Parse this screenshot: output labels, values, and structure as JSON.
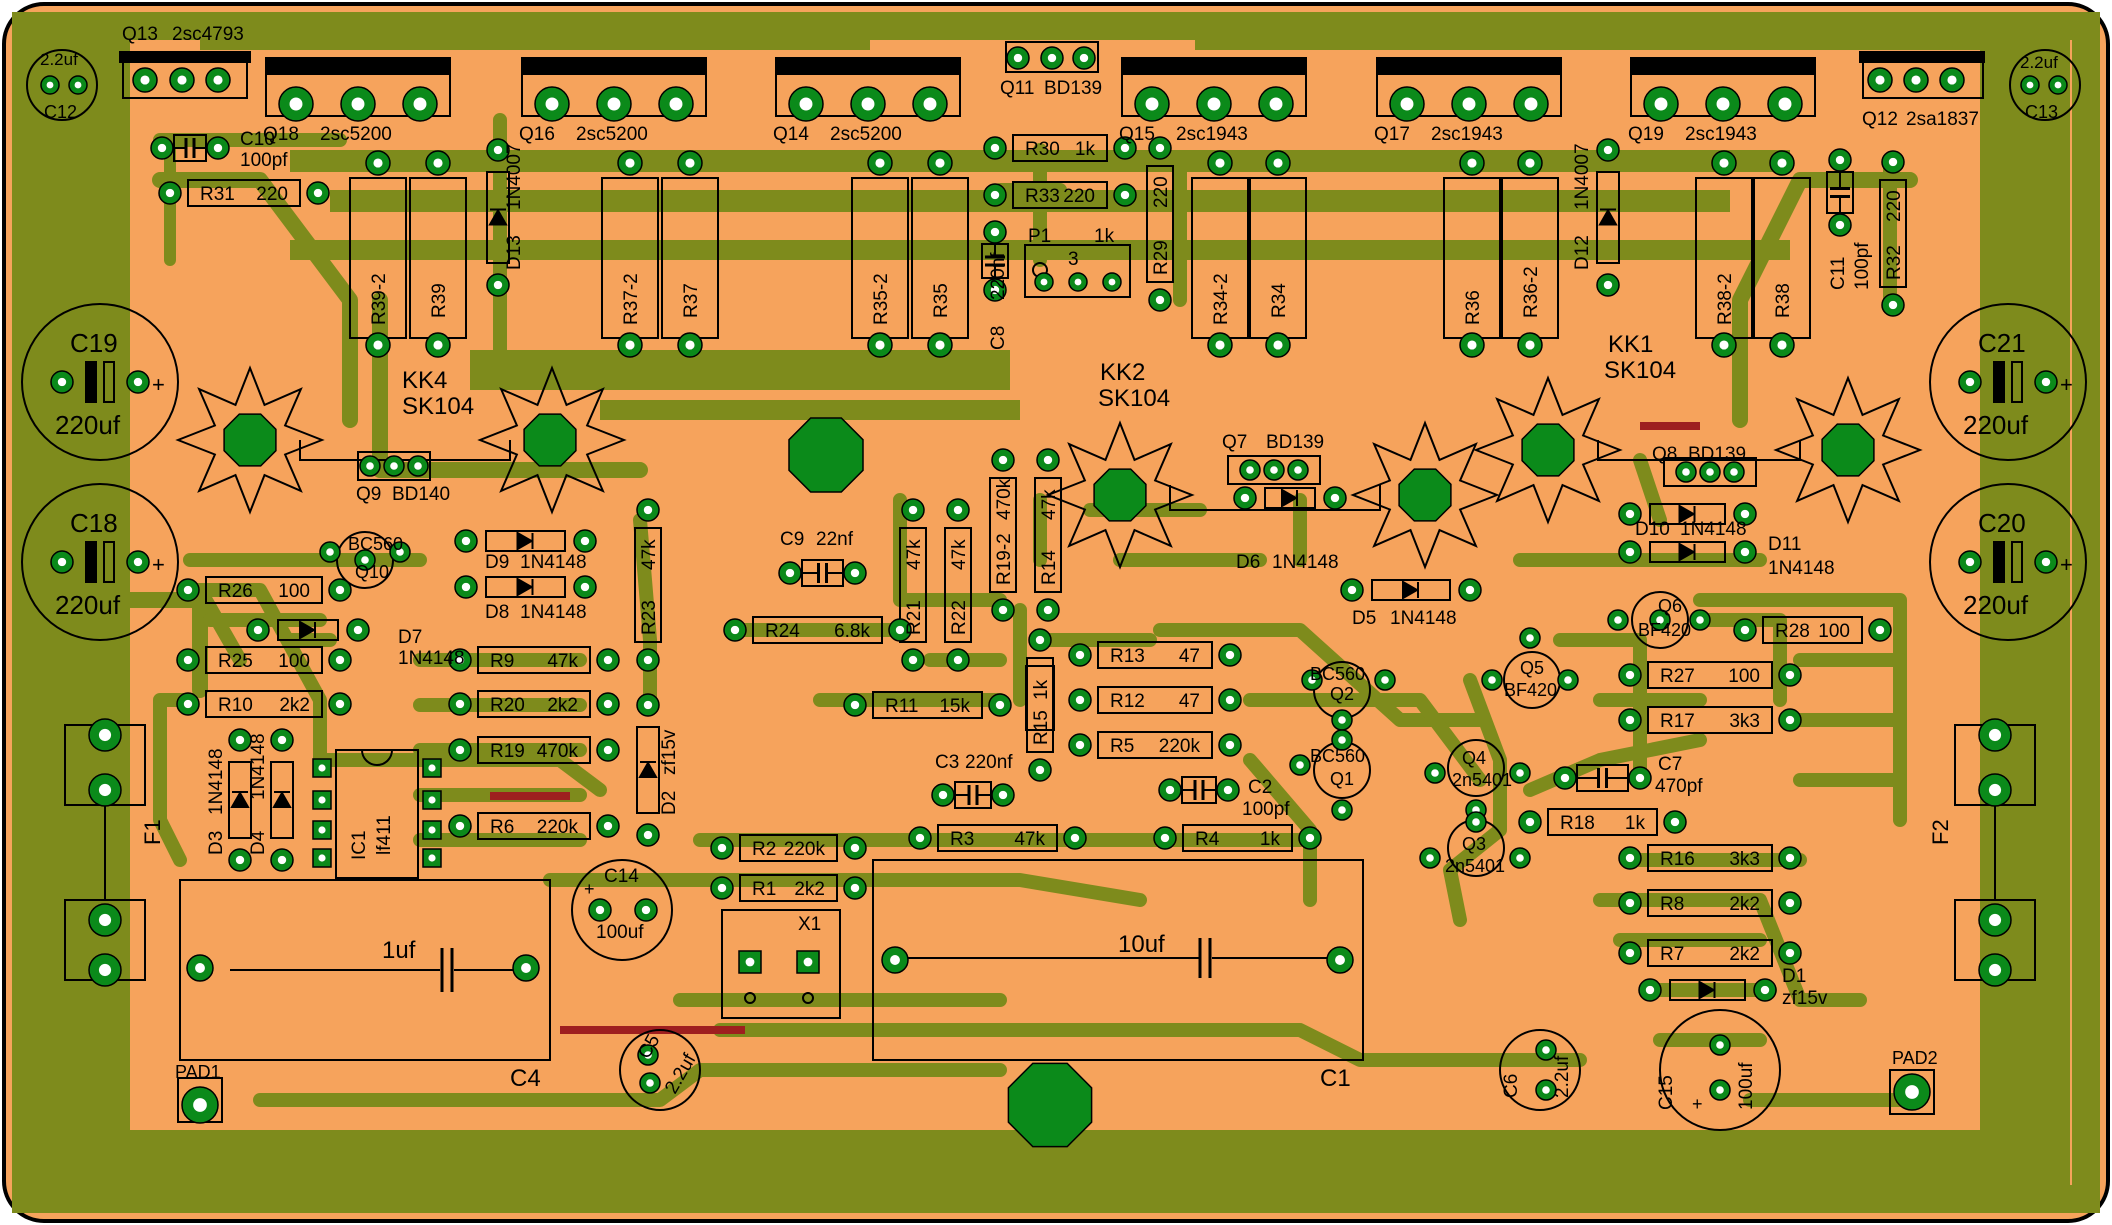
{
  "colors": {
    "board": "#F6A35C",
    "copper": "#7E8B1C",
    "pad": "#0B8A1A",
    "outline": "#000000",
    "jumper": "#9E1F1F"
  },
  "labels": {
    "Q13": "Q13",
    "Q13v": "2sc4793",
    "Q18": "Q18",
    "Q18v": "2sc5200",
    "Q16": "Q16",
    "Q16v": "2sc5200",
    "Q14": "Q14",
    "Q14v": "2sc5200",
    "Q11": "Q11",
    "Q11v": "BD139",
    "Q15": "Q15",
    "Q15v": "2sc1943",
    "Q17": "Q17",
    "Q17v": "2sc1943",
    "Q19": "Q19",
    "Q19v": "2sc1943",
    "Q12": "Q12",
    "Q12v": "2sa1837",
    "C12": "C12",
    "C12v": "2.2uf",
    "C13": "C13",
    "C13v": "2.2uf",
    "C10": "C10",
    "C10v": "100pf",
    "C11": "C11",
    "C11v": "100pf",
    "R31": "R31",
    "R31v": "220",
    "R30": "R30",
    "R30v": "1k",
    "R33": "R33",
    "R33v": "220",
    "R29": "R29",
    "R29v": "220",
    "R32": "R32",
    "R32v": "220",
    "D13": "D13",
    "D13v": "1N4007",
    "D12": "D12",
    "D12v": "1N4007",
    "P1": "P1",
    "P1v": "1k",
    "P1n": "3",
    "C8": "C8",
    "C8v": "220nf",
    "R39-2": "R39-2",
    "R39": "R39",
    "R37-2": "R37-2",
    "R37": "R37",
    "R35-2": "R35-2",
    "R35": "R35",
    "R34-2": "R34-2",
    "R34": "R34",
    "R36": "R36",
    "R36-2": "R36-2",
    "R38-2": "R38-2",
    "R38": "R38",
    "C19": "C19",
    "C19v": "220uf",
    "C18": "C18",
    "C18v": "220uf",
    "C21": "C21",
    "C21v": "220uf",
    "C20": "C20",
    "C20v": "220uf",
    "KK4": "KK4",
    "KK4v": "SK104",
    "KK2": "KK2",
    "KK2v": "SK104",
    "KK1": "KK1",
    "KK1v": "SK104",
    "Q9": "Q9",
    "Q9v": "BD140",
    "Q7": "Q7",
    "Q7v": "BD139",
    "Q8": "Q8",
    "Q8v": "BD139",
    "Q10": "Q10",
    "Q10v": "BC560",
    "D9": "D9",
    "D9v": "1N4148",
    "D8": "D8",
    "D8v": "1N4148",
    "D7": "D7",
    "D7v": "1N4148",
    "D6": "D6",
    "D6v": "1N4148",
    "D5": "D5",
    "D5v": "1N4148",
    "D10": "D10",
    "D10v": "1N4148",
    "D11": "D11",
    "D11v": "1N4148",
    "D3": "D3",
    "D3v": "1N4148",
    "D4": "D4",
    "D4v": "1N4148",
    "D2": "D2",
    "D2v": "zf15v",
    "D1": "D1",
    "D1v": "zf15v",
    "R23": "R23",
    "R23v": "47k",
    "C9": "C9",
    "C9v": "22nf",
    "R24": "R24",
    "R24v": "6.8k",
    "R21": "R21",
    "R21v": "47k",
    "R22": "R22",
    "R22v": "47k",
    "R19-2": "R19-2",
    "R19-2v": "470k",
    "R14": "R14",
    "R14v": "47k",
    "R26": "R26",
    "R26v": "100",
    "R25": "R25",
    "R25v": "100",
    "R10": "R10",
    "R10v": "2k2",
    "R9": "R9",
    "R9v": "47k",
    "R20": "R20",
    "R20v": "2k2",
    "R19": "R19",
    "R19v": "470k",
    "R6": "R6",
    "R6v": "220k",
    "R11": "R11",
    "R11v": "15k",
    "R15": "R15",
    "R15v": "1k",
    "R13": "R13",
    "R13v": "47",
    "R12": "R12",
    "R12v": "47",
    "R5": "R5",
    "R5v": "220k",
    "C3": "C3",
    "C3v": "220nf",
    "C2": "C2",
    "C2v": "100pf",
    "R3": "R3",
    "R3v": "47k",
    "R4": "R4",
    "R4v": "1k",
    "R2": "R2",
    "R2v": "220k",
    "R1": "R1",
    "R1v": "2k2",
    "X1": "X1",
    "Q2": "Q2",
    "Q2v": "BC560",
    "Q1": "Q1",
    "Q1v": "BC560",
    "Q5": "Q5",
    "Q5v": "BF420",
    "Q6": "Q6",
    "Q6v": "BF420",
    "Q4": "Q4",
    "Q4v": "2n5401",
    "Q3": "Q3",
    "Q3v": "2n5401",
    "C7": "C7",
    "C7v": "470pf",
    "R28": "R28",
    "R28v": "100",
    "R27": "R27",
    "R27v": "100",
    "R17": "R17",
    "R17v": "3k3",
    "R18": "R18",
    "R18v": "1k",
    "R16": "R16",
    "R16v": "3k3",
    "R8": "R8",
    "R8v": "2k2",
    "R7": "R7",
    "R7v": "2k2",
    "IC1": "IC1",
    "IC1v": "lf411",
    "C14": "C14",
    "C14v": "100uf",
    "C15": "C15",
    "C15v": "100uf",
    "C5": "C5",
    "C5v": "2.2uf",
    "C6": "C6",
    "C6v": "2.2uf",
    "C4": "C4",
    "C4v": "1uf",
    "C1": "C1",
    "C1v": "10uf",
    "F1": "F1",
    "F2": "F2",
    "PAD1": "PAD1",
    "PAD2": "PAD2",
    "plus": "+"
  }
}
